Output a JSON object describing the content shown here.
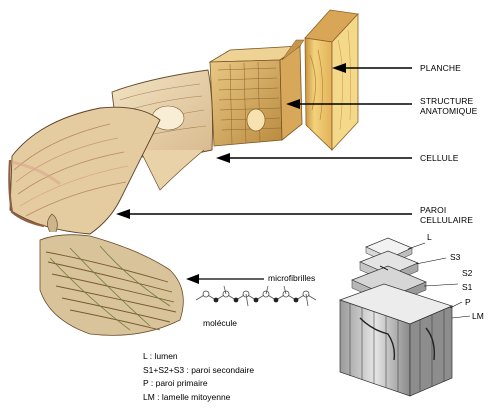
{
  "labels": {
    "planche": "PLANCHE",
    "structure_line1": "STRUCTURE",
    "structure_line2": "ANATOMIQUE",
    "cellule": "CELLULE",
    "paroi_line1": "PAROI",
    "paroi_line2": "CELLULAIRE",
    "microfibrilles": "microfibrilles",
    "molecule": "molécule"
  },
  "layers": [
    "L",
    "S3",
    "S2",
    "S1",
    "P",
    "LM"
  ],
  "legend": [
    "L : lumen",
    "S1+S2+S3 : paroi secondaire",
    "P : paroi primaire",
    "LM : lamelle mitoyenne"
  ],
  "colors": {
    "wood_light": "#f3d27c",
    "wood_dark": "#c8933e",
    "cell_tan": "#e8d5ad",
    "cell_pink": "#d9a98e",
    "fibril_brown": "#8a6a3a",
    "fibril_green": "#6f7d3c",
    "wall_gray": "#7d7d7d",
    "wall_light": "#cfcfcf",
    "arrow": "#000000"
  }
}
